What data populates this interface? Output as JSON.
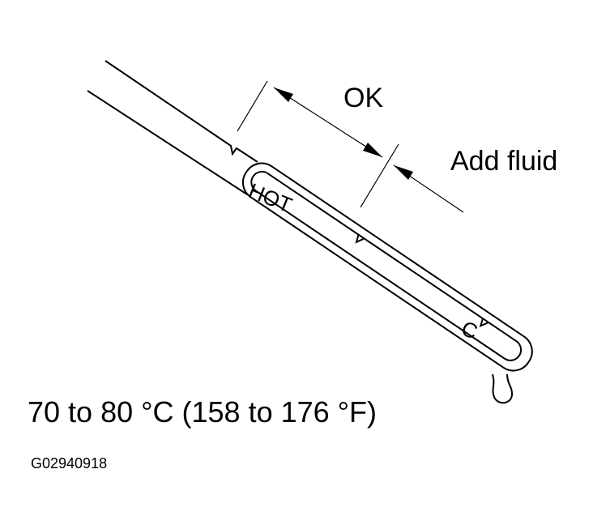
{
  "labels": {
    "ok": "OK",
    "add_fluid": "Add fluid",
    "hot": "HOT",
    "cold": "C",
    "temperature": "70 to 80 °C (158 to 176 °F)",
    "figure_code": "G02940918"
  },
  "colors": {
    "line": "#000000",
    "background": "#ffffff"
  }
}
